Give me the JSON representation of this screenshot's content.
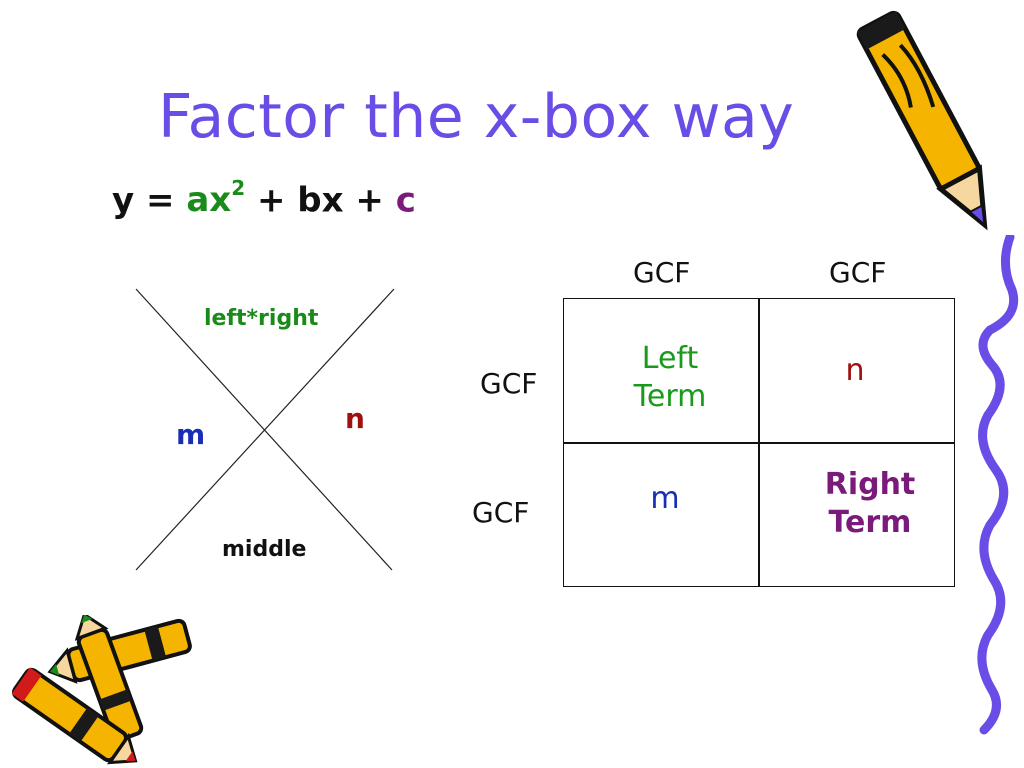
{
  "slide": {
    "title": "Factor the x-box way",
    "equation": {
      "y": "y = ",
      "ax": "ax",
      "exp": "2",
      "mid": " + bx + ",
      "c": "c"
    }
  },
  "x_diagram": {
    "top": "left*right",
    "left": "m",
    "right": "n",
    "bottom": "middle"
  },
  "box": {
    "col_headers": [
      "GCF",
      "GCF"
    ],
    "row_headers": [
      "GCF",
      "GCF"
    ],
    "cells": {
      "top_left": [
        "Left",
        "Term"
      ],
      "top_right": "n",
      "bottom_left": "m",
      "bottom_right": [
        "Right",
        "Term"
      ]
    }
  },
  "colors": {
    "title": "#6a4ce6",
    "green": "#1a9a1a",
    "blue": "#1a2db5",
    "red": "#a01010",
    "purple": "#7a1a7a"
  },
  "icons": [
    "pencil-clipart-icon",
    "crayons-clipart-icon",
    "squiggle-border-icon"
  ]
}
